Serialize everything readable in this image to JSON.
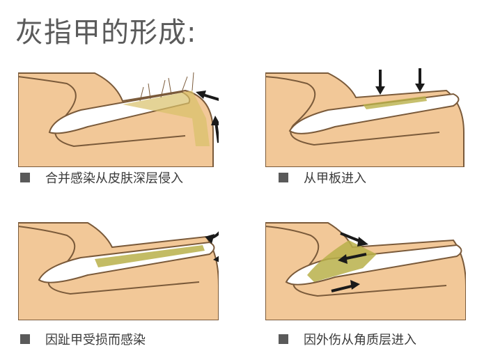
{
  "title": "灰指甲的形成:",
  "panels": [
    {
      "caption": "合并感染从皮肤深层侵入"
    },
    {
      "caption": "从甲板进入"
    },
    {
      "caption": "因趾甲受损而感染"
    },
    {
      "caption": "因外伤从角质层进入"
    }
  ],
  "colors": {
    "skin": "#f2c898",
    "skin_outline": "#7a5a3a",
    "nail": "#ffffff",
    "fungus": "#b9b04a",
    "arrow": "#1a1a1a",
    "bullet": "#5a5a5a"
  }
}
